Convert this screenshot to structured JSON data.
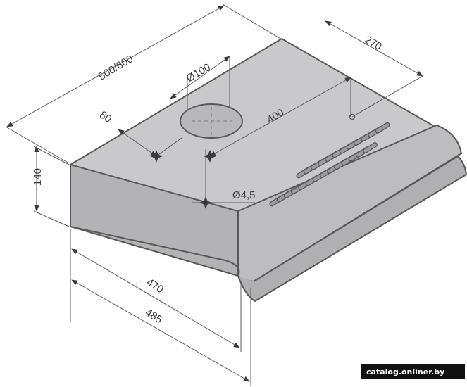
{
  "dimensions": {
    "width_range": "500/600",
    "depth": "270",
    "duct_diameter": "Ø100",
    "duct_offset": "80",
    "hole_spacing": "400",
    "mount_hole_diameter": "Ø4,5",
    "height": "140",
    "body_depth": "470",
    "total_depth": "485"
  },
  "watermark": "catalog.onliner.by",
  "colors": {
    "body_fill": "#c8c8ca",
    "front_fill": "#b9b9bb",
    "side_fill": "#a9a9ab",
    "outline": "#58585a",
    "dim_line": "#5a5a5a",
    "vent_fill": "#9a9a9c"
  }
}
